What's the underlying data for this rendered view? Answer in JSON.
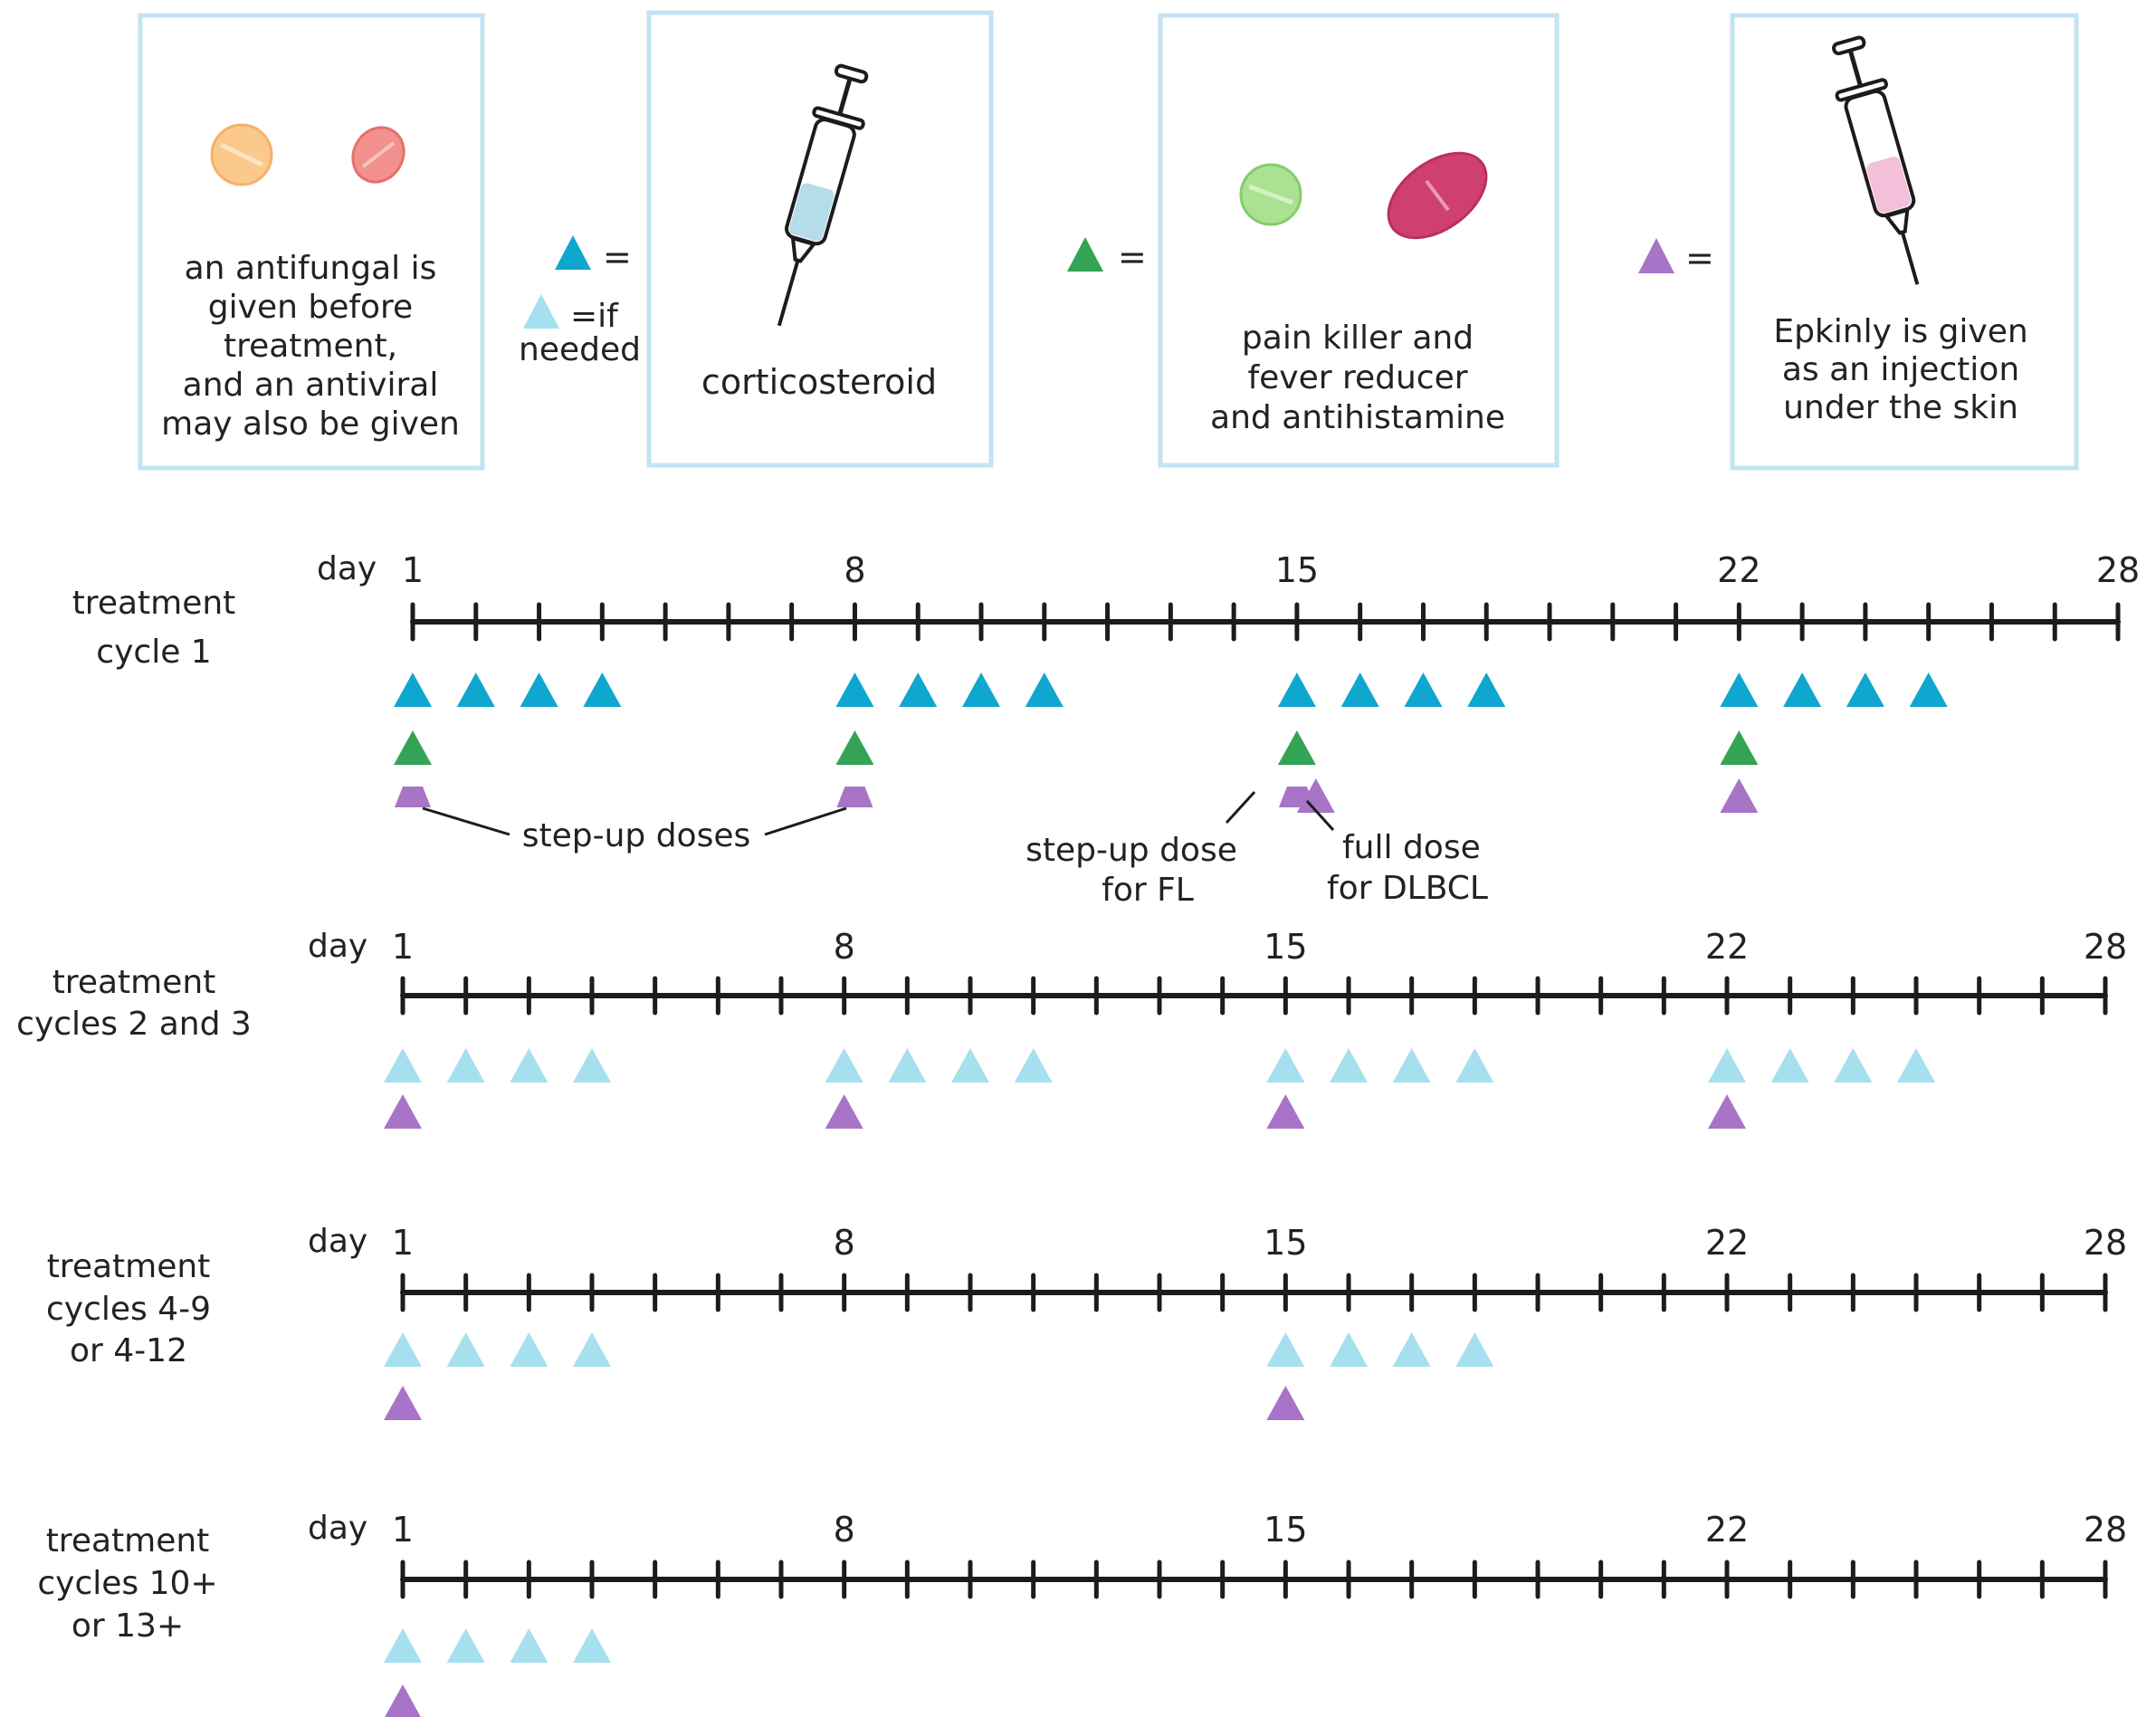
{
  "legend": {
    "antifungal_card": {
      "text_lines": [
        "an antifungal is",
        "given before",
        "treatment,",
        "and an antiviral",
        "may also be given"
      ]
    },
    "corticosteroid": {
      "symbol_equals": "=",
      "if_needed_line1": "=if",
      "if_needed_line2": "needed",
      "card_text": "corticosteroid"
    },
    "painkiller": {
      "symbol_equals": "=",
      "text_lines": [
        "pain killer and",
        "fever reducer",
        "and antihistamine"
      ]
    },
    "epkinly": {
      "symbol_equals": "=",
      "text_lines": [
        "Epkinly is  given",
        "as an injection",
        "under the skin"
      ]
    }
  },
  "colors": {
    "corticosteroid": "#0fa7cf",
    "corticosteroid_if_needed": "#a6e0ef",
    "painkiller": "#33a455",
    "epkinly": "#a874c7",
    "card_border": "#c3e3f2",
    "antifungal_pill": "#fbc98c",
    "antiviral_pill": "#f2908d",
    "painkiller_pill": "#a9e291",
    "antihistamine_pill": "#cf3f72"
  },
  "icons": [
    "antifungal-pill-icon",
    "antiviral-pill-icon",
    "syringe-blue-icon",
    "painkiller-pill-icon",
    "antihistamine-pill-icon",
    "syringe-pink-icon"
  ],
  "timelines": [
    {
      "label_lines": [
        "treatment",
        "cycle 1"
      ],
      "day_word": "day",
      "tick_labels": [
        "1",
        "8",
        "15",
        "22",
        "28"
      ],
      "markers": [
        {
          "type": "corticosteroid",
          "days": [
            1,
            2,
            3,
            4,
            8,
            9,
            10,
            11,
            15,
            16,
            17,
            18,
            22,
            23,
            24,
            25
          ]
        },
        {
          "type": "painkiller",
          "days": [
            1,
            8,
            15,
            22
          ]
        },
        {
          "type": "epkinly_stepup",
          "days": [
            1,
            8,
            15
          ]
        },
        {
          "type": "epkinly_full",
          "days": [
            15.3,
            22
          ]
        }
      ],
      "annotations": {
        "step_up_doses": "step-up doses",
        "step_up_fl_line1": "step-up dose",
        "step_up_fl_line2": "for FL",
        "full_dose_line1": "full dose",
        "full_dose_line2": "for DLBCL"
      }
    },
    {
      "label_lines": [
        "treatment",
        "cycles 2 and 3"
      ],
      "day_word": "day",
      "tick_labels": [
        "1",
        "8",
        "15",
        "22",
        "28"
      ],
      "markers": [
        {
          "type": "corticosteroid_if_needed",
          "days": [
            1,
            2,
            3,
            4,
            8,
            9,
            10,
            11,
            15,
            16,
            17,
            18,
            22,
            23,
            24,
            25
          ]
        },
        {
          "type": "epkinly",
          "days": [
            1,
            8,
            15,
            22
          ]
        }
      ]
    },
    {
      "label_lines": [
        "treatment",
        "cycles  4-9",
        "or 4-12"
      ],
      "day_word": "day",
      "tick_labels": [
        "1",
        "8",
        "15",
        "22",
        "28"
      ],
      "markers": [
        {
          "type": "corticosteroid_if_needed",
          "days": [
            1,
            2,
            3,
            4,
            15,
            16,
            17,
            18
          ]
        },
        {
          "type": "epkinly",
          "days": [
            1,
            15
          ]
        }
      ]
    },
    {
      "label_lines": [
        "treatment",
        "cycles 10+",
        "or 13+"
      ],
      "day_word": "day",
      "tick_labels": [
        "1",
        "8",
        "15",
        "22",
        "28"
      ],
      "markers": [
        {
          "type": "corticosteroid_if_needed",
          "days": [
            1,
            2,
            3,
            4
          ]
        },
        {
          "type": "epkinly",
          "days": [
            1
          ]
        }
      ]
    }
  ]
}
